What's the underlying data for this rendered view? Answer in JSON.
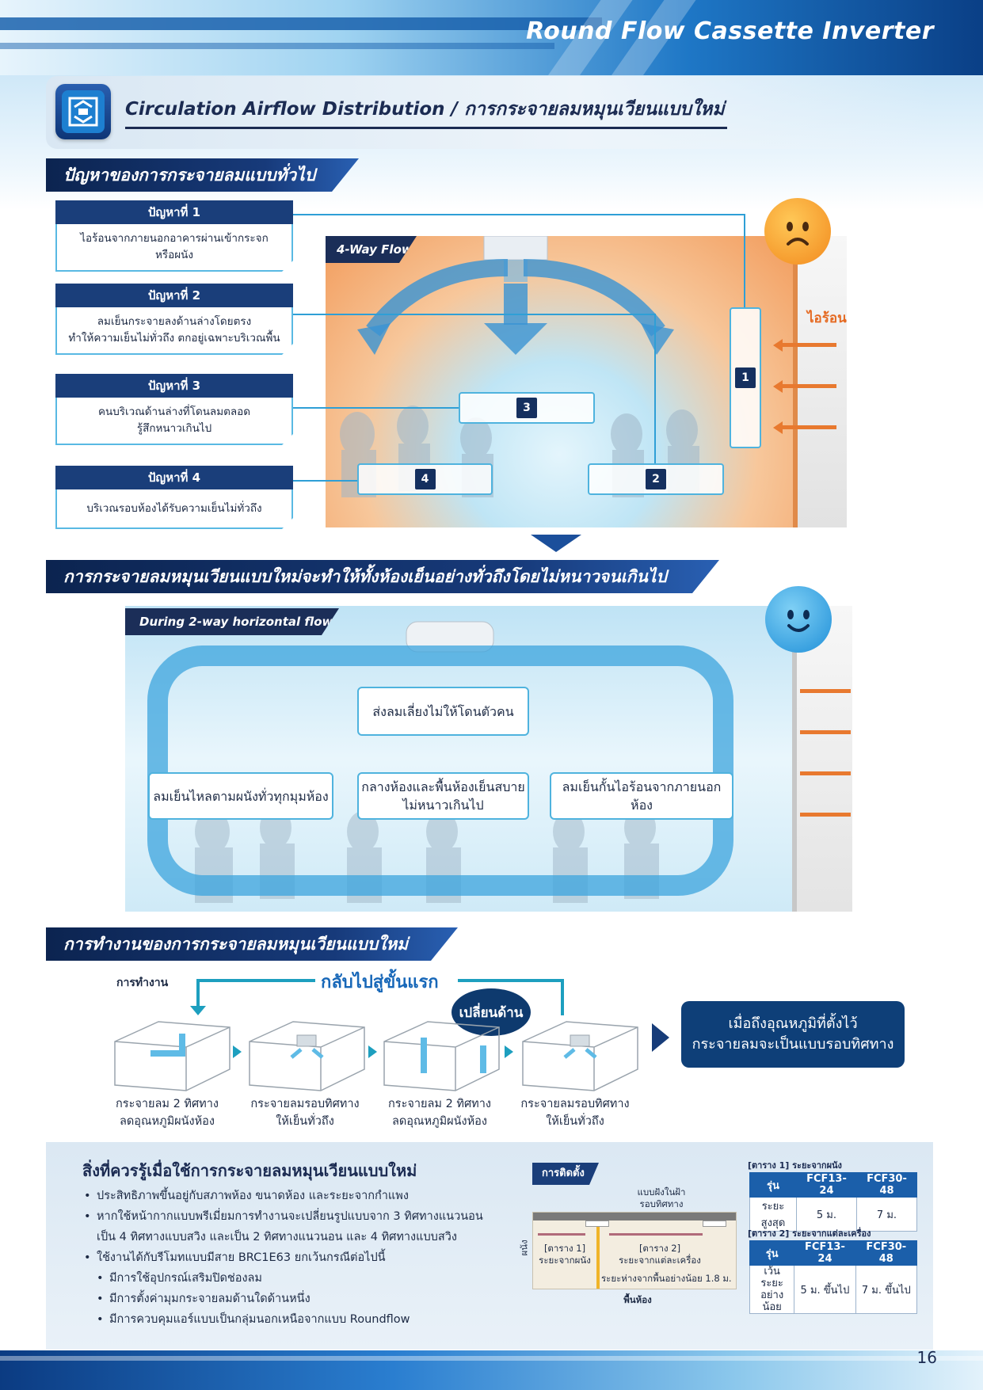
{
  "header": {
    "title": "Round Flow Cassette Inverter"
  },
  "section": {
    "title": "Circulation Airflow Distribution / การกระจายลมหมุนเวียนแบบใหม่"
  },
  "problems": {
    "heading": "ปัญหาของการกระจายลมแบบทั่วไป",
    "items": [
      {
        "title": "ปัญหาที่ 1",
        "line1": "ไอร้อนจากภายนอกอาคารผ่านเข้ากระจก",
        "line2": "หรือผนัง"
      },
      {
        "title": "ปัญหาที่ 2",
        "line1": "ลมเย็นกระจายลงด้านล่างโดยตรง",
        "line2": "ทำให้ความเย็นไม่ทั่วถึง ตกอยู่เฉพาะบริเวณพื้น"
      },
      {
        "title": "ปัญหาที่ 3",
        "line1": "คนบริเวณด้านล่างที่โดนลมตลอด",
        "line2": "รู้สึกหนาวเกินไป"
      },
      {
        "title": "ปัญหาที่ 4",
        "line1": "บริเวณรอบห้องได้รับความเย็นไม่ทั่วถึง",
        "line2": ""
      }
    ],
    "diagram_tag": "4-Way Flow",
    "hot_label": "ไอร้อน",
    "markers": [
      "1",
      "2",
      "3",
      "4"
    ]
  },
  "solution": {
    "heading": "การกระจายลมหมุนเวียนแบบใหม่จะทำให้ทั้งห้องเย็นอย่างทั่วถึงโดยไม่หนาวจนเกินไป",
    "diagram_tag": "During 2-way horizontal flow",
    "top_box": "ส่งลมเลี่ยงไม่ให้โดนตัวคน",
    "left_box": "ลมเย็นไหลตามผนังทั่วทุกมุมห้อง",
    "center_box_line1": "กลางห้องและพื้นห้องเย็นสบาย",
    "center_box_line2": "ไม่หนาวเกินไป",
    "right_box": "ลมเย็นกั้นไอร้อนจากภายนอกห้อง"
  },
  "operation": {
    "heading": "การทำงานของการกระจายลมหมุนเวียนแบบใหม่",
    "label": "การทำงาน",
    "back_label": "กลับไปสู่ขั้นแรก",
    "switch_label": "เปลี่ยนด้าน",
    "steps": [
      {
        "line1": "กระจายลม 2 ทิศทาง",
        "line2": "ลดอุณหภูมิผนังห้อง"
      },
      {
        "line1": "กระจายลมรอบทิศทาง",
        "line2": "ให้เย็นทั่วถึง"
      },
      {
        "line1": "กระจายลม 2 ทิศทาง",
        "line2": "ลดอุณหภูมิผนังห้อง"
      },
      {
        "line1": "กระจายลมรอบทิศทาง",
        "line2": "ให้เย็นทั่วถึง"
      }
    ],
    "result_line1": "เมื่อถึงอุณหภูมิที่ตั้งไว้",
    "result_line2": "กระจายลมจะเป็นแบบรอบทิศทาง"
  },
  "notes": {
    "title": "สิ่งที่ควรรู้เมื่อใช้การกระจายลมหมุนเวียนแบบใหม่",
    "bullets": [
      "ประสิทธิภาพขึ้นอยู่กับสภาพห้อง ขนาดห้อง และระยะจากกำแพง",
      "หากใช้หน้ากากแบบพรีเมี่ยมการทำงานจะเปลี่ยนรูปแบบจาก 3 ทิศทางแนวนอน",
      "เป็น 4 ทิศทางแบบสวิง และเป็น 2 ทิศทางแนวนอน และ 4 ทิศทางแบบสวิง",
      "ใช้งานได้กับรีโมทแบบมีสาย BRC1E63 ยกเว้นกรณีต่อไปนี้"
    ],
    "sub_bullets": [
      "มีการใช้อุปกรณ์เสริมปิดช่องลม",
      "มีการตั้งค่ามุมกระจายลมด้านใดด้านหนึ่ง",
      "มีการควบคุมแอร์แบบเป็นกลุ่มนอกเหนือจากแบบ Roundflow"
    ]
  },
  "install": {
    "tag": "การติดตั้ง",
    "ceiling_label_line1": "แบบฝังในฝ้า",
    "ceiling_label_line2": "รอบทิศทาง",
    "wall_label": "ผนัง",
    "t1_line1": "[ตาราง 1]",
    "t1_line2": "ระยะจากผนัง",
    "t2_line1": "[ตาราง 2]",
    "t2_line2": "ระยะจากแต่ละเครื่อง",
    "height_note": "ระยะห่างจากพื้นอย่างน้อย 1.8 ม.",
    "floor_label": "พื้นห้อง"
  },
  "table1": {
    "caption": "[ตาราง 1] ระยะจากผนัง",
    "headers": [
      "รุ่น",
      "FCF13-24",
      "FCF30-48"
    ],
    "row_label": "ระยะสูงสุด",
    "values": [
      "5 ม.",
      "7 ม."
    ]
  },
  "table2": {
    "caption": "[ตาราง 2] ระยะจากแต่ละเครื่อง",
    "headers": [
      "รุ่น",
      "FCF13-24",
      "FCF30-48"
    ],
    "row_label_line1": "เว้นระยะ",
    "row_label_line2": "อย่างน้อย",
    "values": [
      "5 ม. ขึ้นไป",
      "7 ม. ขึ้นไป"
    ]
  },
  "footer": {
    "page_number": "16"
  },
  "colors": {
    "navy": "#1a3e7a",
    "accent_blue": "#2f9fd6",
    "hot_orange": "#e8792f"
  }
}
